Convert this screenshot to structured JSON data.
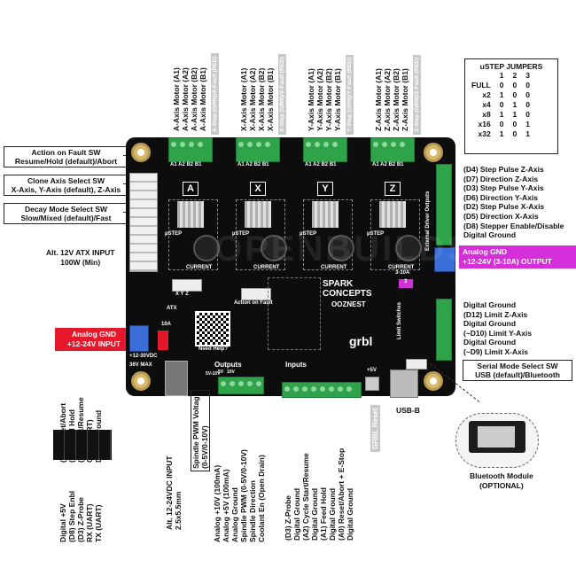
{
  "ustep": {
    "title": "uSTEP JUMPERS",
    "cols": [
      "1",
      "2",
      "3"
    ],
    "rows": [
      {
        "label": "FULL",
        "v": [
          "0",
          "0",
          "0"
        ]
      },
      {
        "label": "x2",
        "v": [
          "1",
          "0",
          "0"
        ]
      },
      {
        "label": "x4",
        "v": [
          "0",
          "1",
          "0"
        ]
      },
      {
        "label": "x8",
        "v": [
          "1",
          "1",
          "0"
        ]
      },
      {
        "label": "x16",
        "v": [
          "0",
          "0",
          "1"
        ]
      },
      {
        "label": "x32",
        "v": [
          "1",
          "0",
          "1"
        ]
      }
    ]
  },
  "motors": {
    "a": {
      "lines": [
        "A-Axis Motor (A1)",
        "A-Axis Motor (A2)",
        "A-Axis Motor (B2)",
        "A-Axis Motor (B1)"
      ],
      "tag": "A-Step (GRN)/A-Fault (RED)"
    },
    "x": {
      "lines": [
        "X-Axis Motor (A1)",
        "X-Axis Motor (A2)",
        "X-Axis Motor (B2)",
        "X-Axis Motor (B1)"
      ],
      "tag": "X-Step (GRN)/X-Fault (RED)"
    },
    "y": {
      "lines": [
        "Y-Axis Motor (A1)",
        "Y-Axis Motor (A2)",
        "Y-Axis Motor (B2)",
        "Y-Axis Motor (B1)"
      ],
      "tag": "Y-Step (GRN)/Y-Fault (RED)"
    },
    "z": {
      "lines": [
        "Z-Axis Motor (A1)",
        "Z-Axis Motor (A2)",
        "Z-Axis Motor (B2)",
        "Z-Axis Motor (B1)"
      ],
      "tag": "Z-Step (GRN)/Z-Fault (RED)"
    }
  },
  "left_boxes": {
    "fault": [
      "Action on Fault SW",
      "Resume/Hold (default)/Abort"
    ],
    "clone": [
      "Clone Axis Select SW",
      "X-Axis, Y-Axis (default), Z-Axis"
    ],
    "decay": [
      "Decay Mode Select SW",
      "Slow/Mixed (default)/Fast"
    ]
  },
  "atx": [
    "Alt. 12V ATX INPUT",
    "100W (Min)"
  ],
  "analog_gnd_input": [
    "Analog GND",
    "+12-24V INPUT"
  ],
  "right_list": [
    "(D4) Step Pulse Z-Axis",
    "(D7) Direction Z-Axis",
    "(D3) Step Pulse Y-Axis",
    "(D6) Direction Y-Axis",
    "(D2) Step Pulse X-Axis",
    "(D5) Direction X-Axis",
    "(D8) Stepper Enable/Disable",
    "Digital Ground"
  ],
  "analog_gnd_output": [
    "Analog GND",
    "+12-24V (3-10A) OUTPUT"
  ],
  "limits": [
    "Digital Ground",
    "(D12) Limit Z-Axis",
    "Digital Ground",
    "(~D10) Limit Y-Axis",
    "Digital Ground",
    "(~D9) Limit X-Axis"
  ],
  "serial_box": [
    "Serial Mode Select SW",
    "USB (default)/Bluetooth"
  ],
  "usb": "USB-B",
  "bluetooth": [
    "Bluetooth Module",
    "(OPTIONAL)"
  ],
  "grbl_reset": "GRBL Reset",
  "bottom_left_pins": [
    "(A0) Reset/Abort",
    "(A1) Feed Hold",
    "(A2) Start/Resume",
    "CTS (UART)",
    "Digital Ground"
  ],
  "bottom_left_pins2": [
    "Digital +5V",
    "(D8) Step Enbl",
    "(D3) Z-Probe",
    "RX (UART)",
    "TX (UART)"
  ],
  "dc_input": [
    "Alt. 12-24VDC INPUT",
    "2.5x5.5mm"
  ],
  "spindle_box": [
    "Spindle PWM Voltage",
    "(0-5V/0-10V)"
  ],
  "outputs_list": [
    "Analog +10V (100mA)",
    "Analog +5V (100mA)",
    "Analog Ground",
    "Spindle PWM (0-5V/0-10V)",
    "Spindle Direction",
    "Coolant En (Open Drain)"
  ],
  "inputs_list": [
    "(D3) Z-Probe",
    "Digital Ground",
    "(A2) Cycle Start/Resume",
    "Digital Ground",
    "(A1) Feed Hold",
    "Digital Ground",
    "(A0) Reset/Abort + E-Stop",
    "Digital Ground"
  ],
  "board": {
    "axis_letters": [
      "A",
      "X",
      "Y",
      "Z"
    ],
    "ustep_label": "µSTEP",
    "current_label": "CURRENT",
    "coil_labels": [
      "A1",
      "A2",
      "B2",
      "B1"
    ],
    "brand": "SPARK CONCEPTS",
    "oozenest": "OOZNEST",
    "grbl": "grbl",
    "outputs": "Outputs",
    "inputs": "Inputs",
    "ext_driver": "External Driver Outputs",
    "limit_sw": "Limit Switches",
    "vin_label": "+12-30VDC",
    "max_label": "36V MAX",
    "atx_label": "ATX",
    "need_help": "Need Help?",
    "action_fault": "Action on Fault",
    "xyz_label": "X Y Z",
    "amp_label": "10A",
    "plus5v": "+5V",
    "range": "3-10A",
    "jumper": "3",
    "five_v": "5V",
    "ten_v": "10V",
    "spindle_sel": "5V-10V",
    "watermark": "OPENBUILDS"
  },
  "colors": {
    "pink": "#d42fd8",
    "red": "#e6192c",
    "board": "#0d0d0d",
    "connector": "#2fa34a"
  }
}
